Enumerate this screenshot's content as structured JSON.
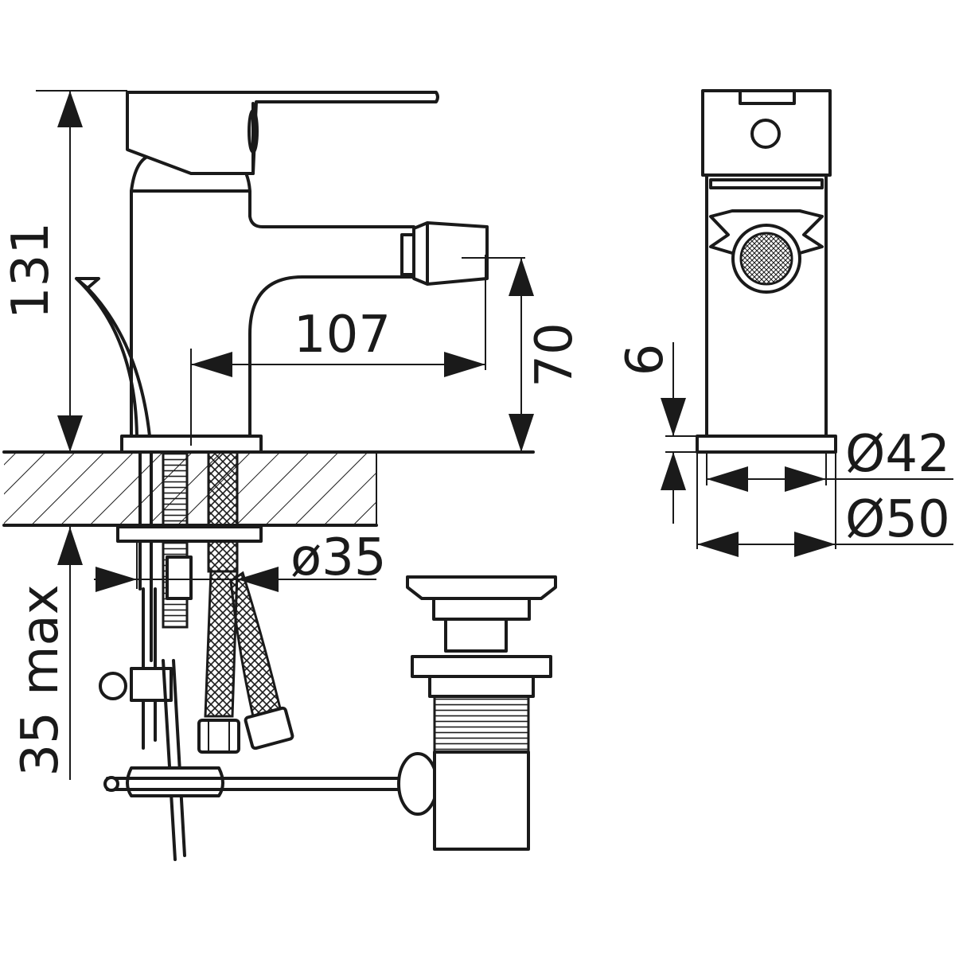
{
  "dimensions": {
    "height_total": "131",
    "spout_reach": "107",
    "spout_height": "70",
    "base_height": "6",
    "base_diameter": "Ø42",
    "body_diameter": "Ø50",
    "hole_diameter": "ø35",
    "max_deck_thickness": "35 max"
  },
  "colors": {
    "line": "#1a1a1a",
    "background": "#ffffff"
  }
}
